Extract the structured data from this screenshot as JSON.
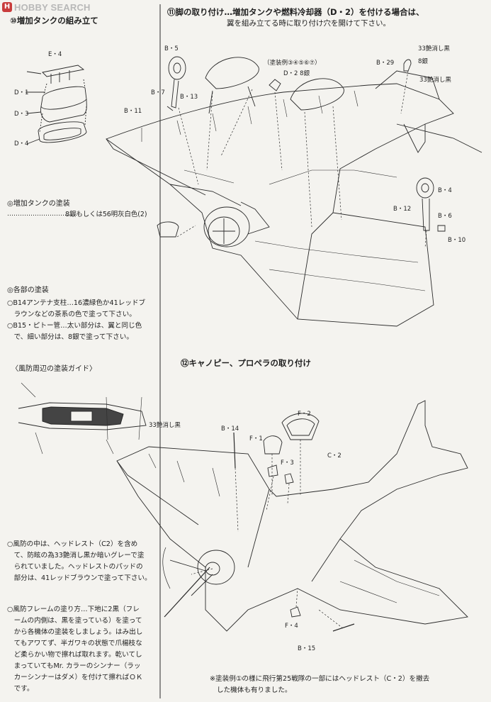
{
  "watermark": {
    "logo_text": "HOBBY SEARCH"
  },
  "left": {
    "step10_title": "⑩増加タンクの組み立て",
    "parts_step10": [
      "E・4",
      "D・1",
      "D・3",
      "D・4"
    ],
    "tank_paint_title": "◎増加タンクの塗装",
    "tank_paint_line": "8銀もしくは56明灰白色(2)",
    "parts_paint_title": "◎各部の塗装",
    "parts_paint_lines": [
      "○B14アンテナ支柱…16濃緑色か41レッドブ",
      "　ラウンなどの茶系の色で塗って下さい。",
      "○B15・ピトー管…太い部分は、翼と同じ色",
      "　で、細い部分は、8銀で塗って下さい。"
    ],
    "windshield_title": "〈風防周辺の塗装ガイド〉",
    "windshield_label": "33艶消し黒",
    "notes_a": [
      "○風防の中は、ヘッドレスト（C2）を含め",
      "　て、防眩の為33艶消し黒か暗いグレーで塗",
      "　られていました。ヘッドレストのパッドの",
      "　部分は、41レッドブラウンで塗って下さい。"
    ],
    "notes_b": [
      "○風防フレームの塗り方…下地に2黒（フレ",
      "　ームの内側は、黒を塗っている）を塗って",
      "　から各機体の塗装をしましょう。はみ出し",
      "　てもアワてず、半ガワキの状態で爪楊枝な",
      "　ど柔らかい物で擦れば取れます。乾いてし",
      "　まっていてもMr. カラーのシンナー（ラッ",
      "　カーシンナーはダメ）を付けて擦ればＯＫ",
      "　です。"
    ]
  },
  "step11": {
    "title_line1": "⑪脚の取り付け…増加タンクや燃料冷却器（D・2）を付ける場合は、",
    "title_line2": "翼を組み立てる時に取り付け穴を開けて下さい。",
    "parts": [
      "B・5",
      "B・7",
      "B・13",
      "B・11",
      "B・29",
      "B・4",
      "B・12",
      "B・6",
      "B・10"
    ],
    "paint_example": "（塗装例③④⑤⑥⑦）",
    "d2_label": "D・2 8銀",
    "b29_paints": [
      "33艶消し黒",
      "8銀",
      "33艶消し黒"
    ]
  },
  "step12": {
    "title": "⑫キャノピー、プロペラの取り付け",
    "parts": [
      "B・14",
      "F・2",
      "F・1",
      "F・3",
      "C・2",
      "F・4",
      "B・15"
    ],
    "footnote_line1": "※塗装例①の様に飛行第25戦隊の一部にはヘッドレスト（C・2）を撤去",
    "footnote_line2": "した機体も有りました。"
  }
}
